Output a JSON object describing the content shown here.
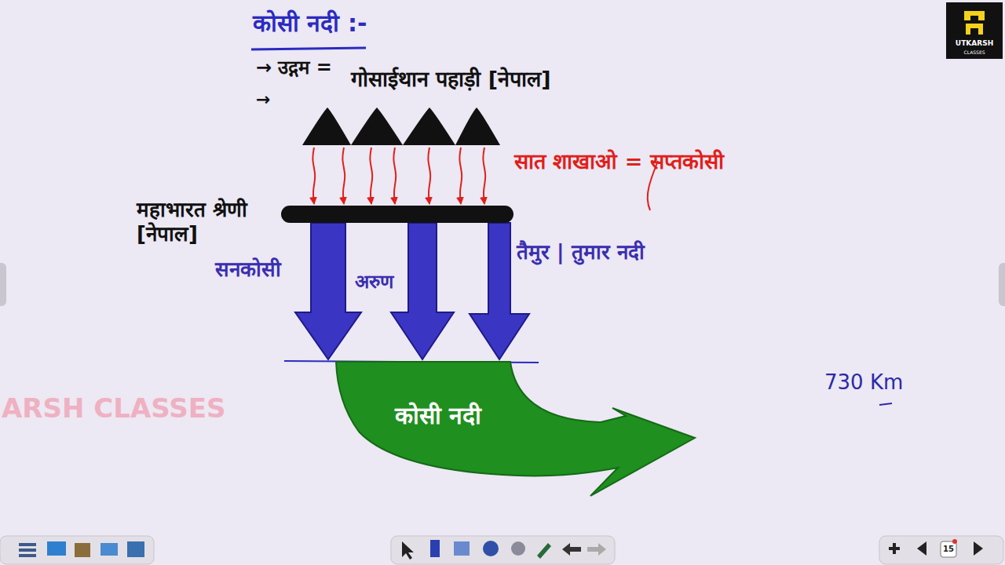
{
  "diagram": {
    "title": "कोसी नदी :-",
    "nodes": [
      {
        "text": [
          "गोसाईथान पहाड़ी [नेपाल]"
        ]
      },
      {
        "text": [
          "महाभारत श्रेणी [नेपाल]"
        ]
      },
      {
        "text": [
          "कोसी नदी"
        ]
      }
    ],
    "edges": [
      {
        "from": 0,
        "to": 1,
        "arrow": "to"
      },
      {
        "from": 0,
        "to": 1,
        "arrow": "to"
      },
      {
        "from": 0,
        "to": 1,
        "arrow": "to"
      },
      {
        "from": 0,
        "to": 1,
        "arrow": "to"
      },
      {
        "from": 0,
        "to": 1,
        "arrow": "to"
      },
      {
        "from": 0,
        "to": 1,
        "arrow": "to"
      },
      {
        "from": 0,
        "to": 1,
        "arrow": "to",
        "label": "सात शाखाओ = सप्तकोसी"
      },
      {
        "from": 1,
        "to": 2,
        "arrow": "to",
        "label": "सनकोसी"
      },
      {
        "from": 1,
        "to": 2,
        "arrow": "to",
        "label": "अरुण"
      },
      {
        "from": 1,
        "to": 2,
        "arrow": "to",
        "label": "तैमुर | तुमार नदी"
      }
    ],
    "labels": [
      "→ उद्गम =",
      "→",
      "730 Km",
      "ARSH CLASSES",
      "UTKARSH",
      "CLASSES",
      "15"
    ]
  }
}
